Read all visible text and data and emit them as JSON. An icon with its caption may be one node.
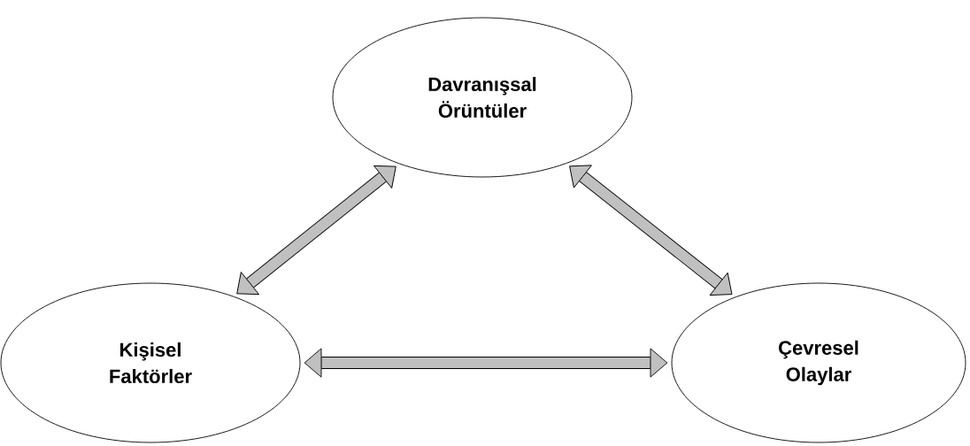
{
  "diagram": {
    "nodes": [
      {
        "text": [
          "Davranışsal Örüntüler"
        ]
      },
      {
        "text": [
          "Kişisel Faktörler"
        ]
      },
      {
        "text": [
          "Çevresel Olaylar"
        ]
      }
    ],
    "edges": [
      {
        "from": 1,
        "to": 0,
        "arrow": "both"
      },
      {
        "from": 0,
        "to": 2,
        "arrow": "both"
      },
      {
        "from": 1,
        "to": 2,
        "arrow": "both"
      }
    ]
  }
}
